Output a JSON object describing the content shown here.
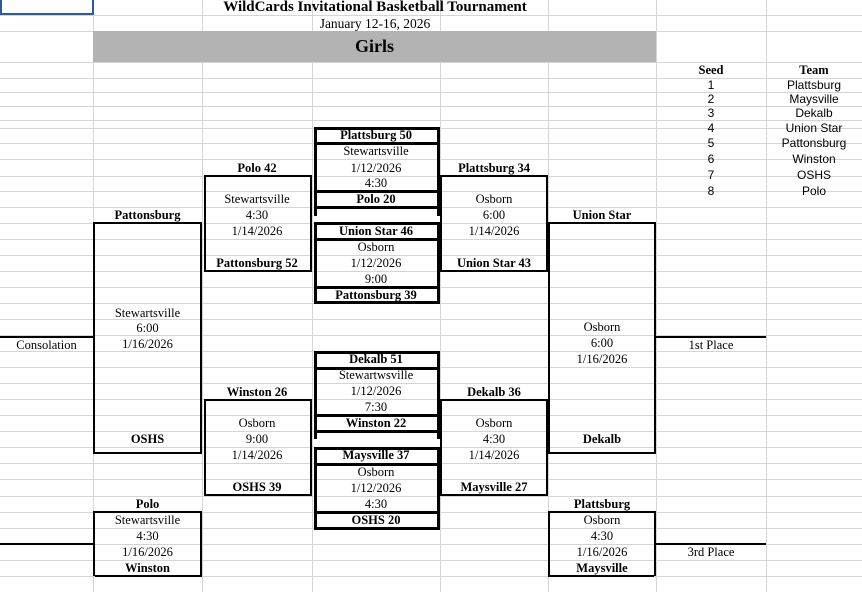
{
  "header": {
    "title": "WildCards Invitational Basketball Tournament",
    "dates": "January 12-16, 2026",
    "division": "Girls"
  },
  "seed_table": {
    "col_seed_header": "Seed",
    "col_team_header": "Team",
    "rows": [
      {
        "seed": "1",
        "team": "Plattsburg"
      },
      {
        "seed": "2",
        "team": "Maysville"
      },
      {
        "seed": "3",
        "team": "Dekalb"
      },
      {
        "seed": "4",
        "team": "Union Star"
      },
      {
        "seed": "5",
        "team": "Pattonsburg"
      },
      {
        "seed": "6",
        "team": "Winston"
      },
      {
        "seed": "7",
        "team": "OSHS"
      },
      {
        "seed": "8",
        "team": "Polo"
      }
    ]
  },
  "round1": {
    "game1": {
      "top": "Plattsburg  50",
      "bottom": "Polo  20",
      "site": "Stewartsville",
      "date": "1/12/2026",
      "time": "4:30"
    },
    "game2": {
      "top": "Union Star  46",
      "bottom": "Pattonsburg  39",
      "site": "Osborn",
      "date": "1/12/2026",
      "time": "9:00"
    },
    "game3": {
      "top": "Dekalb  51",
      "bottom": "Winston  22",
      "site": "Stewartwsville",
      "date": "1/12/2026",
      "time": "7:30"
    },
    "game4": {
      "top": "Maysville  37",
      "bottom": "OSHS  20",
      "site": "Osborn",
      "date": "1/12/2026",
      "time": "4:30"
    }
  },
  "round2_winners": {
    "game_top": {
      "top": "Plattsburg 34",
      "bottom": "Union Star 43",
      "site": "Osborn",
      "time": "6:00",
      "date": "1/14/2026"
    },
    "game_bottom": {
      "top": "Dekalb 36",
      "bottom": "Maysville 27",
      "site": "Osborn",
      "time": "4:30",
      "date": "1/14/2026"
    }
  },
  "round2_losers": {
    "game_top": {
      "top": "Polo 42",
      "bottom": "Pattonsburg 52",
      "site": "Stewartsville",
      "time": "4:30",
      "date": "1/14/2026"
    },
    "game_bottom": {
      "top": "Winston 26",
      "bottom": "OSHS 39",
      "site": "Osborn",
      "time": "9:00",
      "date": "1/14/2026"
    }
  },
  "championship": {
    "label": "1st Place",
    "top": "Union Star",
    "bottom": "Dekalb",
    "site": "Osborn",
    "time": "6:00",
    "date": "1/16/2026"
  },
  "third_place": {
    "label": "3rd Place",
    "top": "Plattsburg",
    "bottom": "Maysville",
    "site": "Osborn",
    "time": "4:30",
    "date": "1/16/2026"
  },
  "consolation_final": {
    "label": "Consolation",
    "top": "Pattonsburg",
    "bottom": "OSHS",
    "site": "Stewartsville",
    "time": "6:00",
    "date": "1/16/2026"
  },
  "seventh_place": {
    "top": "Polo",
    "bottom": "Winston",
    "site": "Stewartsville",
    "time": "4:30",
    "date": "1/16/2026"
  }
}
